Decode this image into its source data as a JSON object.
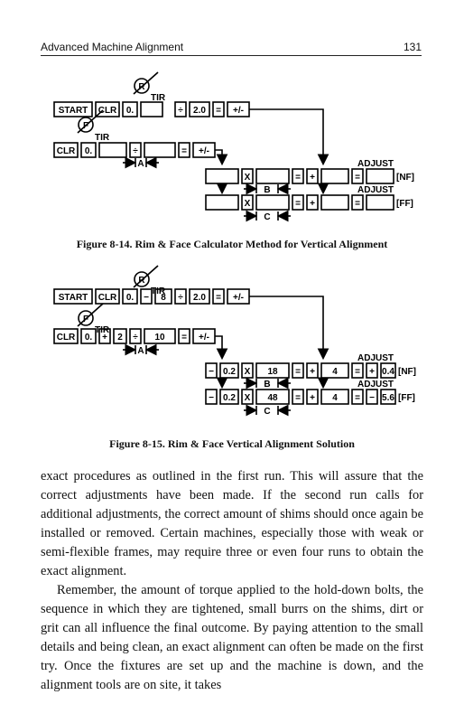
{
  "header": {
    "title": "Advanced Machine Alignment",
    "page_number": "131"
  },
  "labels": {
    "rim": "R",
    "face": "F",
    "tir": "TIR",
    "start": "START",
    "clr": "CLR",
    "zero": "0.",
    "divide": "÷",
    "equals": "=",
    "plus": "+",
    "minus": "−",
    "times": "X",
    "plusminus": "+/-",
    "ratio": "2.0",
    "dim_a": "A",
    "dim_b": "B",
    "dim_c": "C",
    "adjust": "ADJUST",
    "nf": "[NF]",
    "ff": "[FF]"
  },
  "figure1": {
    "caption": "Figure 8-14. Rim & Face Calculator Method for Vertical Alignment"
  },
  "figure2": {
    "caption": "Figure 8-15. Rim & Face Vertical Alignment Solution",
    "rim_value": "8",
    "face_value": "2",
    "a_value": "10",
    "row1": {
      "minus_value": "0.2",
      "b_value": "18",
      "plus_value": "4",
      "result": "0.4"
    },
    "row2": {
      "minus_value": "0.2",
      "c_value": "48",
      "plus_value": "4",
      "result": "5.6"
    }
  },
  "body": {
    "para1": "exact procedures as outlined in the first run. This will assure that the correct adjustments have been made. If the second run calls for additional adjustments, the correct amount of shims should once again be installed or removed. Certain machines, especially those with weak or semi-flexible frames, may require three or even four runs to obtain the exact alignment.",
    "para2": "Remember, the amount of torque applied to the hold-down bolts, the sequence in which they are tightened, small burrs on the shims, dirt or grit can all influence the final outcome. By paying attention to the small details and being clean, an exact alignment can often be made on the first try. Once the fixtures are set up and the machine is down, and the alignment tools are on site, it takes"
  }
}
